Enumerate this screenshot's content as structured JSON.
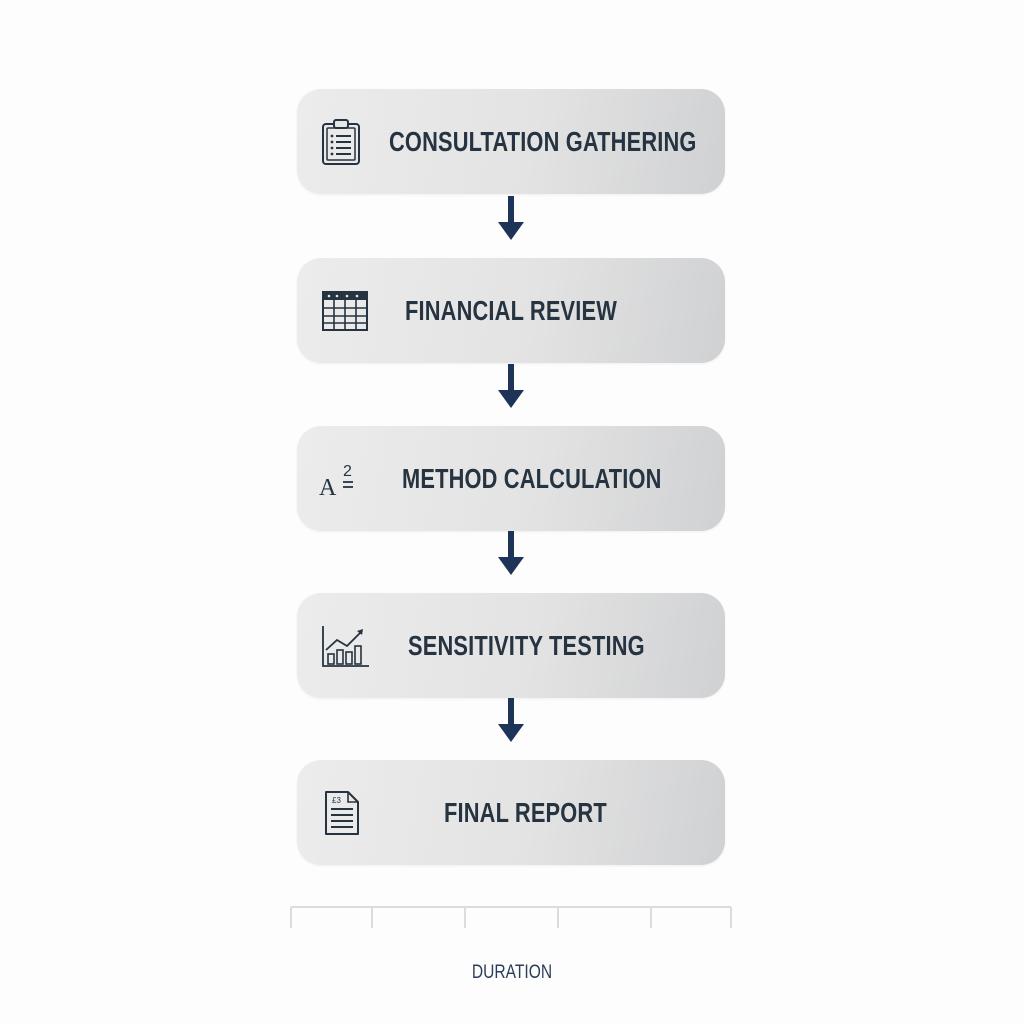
{
  "diagram": {
    "type": "vertical-process-flow",
    "steps": [
      {
        "label": "CONSULTATION GATHERING",
        "icon": "clipboard-icon"
      },
      {
        "label": "FINANCIAL REVIEW",
        "icon": "spreadsheet-icon"
      },
      {
        "label": "METHOD CALCULATION",
        "icon": "formula-icon"
      },
      {
        "label": "SENSITIVITY TESTING",
        "icon": "growth-chart-icon"
      },
      {
        "label": "FINAL REPORT",
        "icon": "document-icon"
      }
    ],
    "axis": {
      "label": "DURATION",
      "segments": 5
    },
    "colors": {
      "box_fill": "#e3e3e3",
      "text": "#263340",
      "arrow": "#1e3358",
      "axis_line": "#dcdcdc",
      "axis_label": "#2b3d57"
    }
  }
}
